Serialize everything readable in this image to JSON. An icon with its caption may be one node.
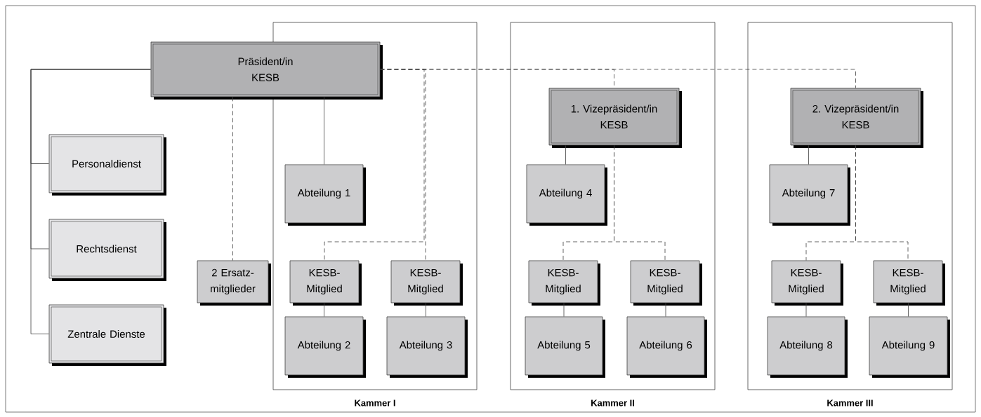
{
  "diagram": {
    "nodes": [
      {
        "text": [
          "Kammer I"
        ]
      },
      {
        "text": [
          "Kammer II"
        ]
      },
      {
        "text": [
          "Kammer III"
        ]
      },
      {
        "text": [
          "Präsident/in KESB"
        ]
      },
      {
        "text": [
          "Personaldienst"
        ]
      },
      {
        "text": [
          "Rechtsdienst"
        ]
      },
      {
        "text": [
          "Zentrale Dienste"
        ]
      },
      {
        "text": [
          "2 Ersatz-mitglieder"
        ]
      },
      {
        "text": [
          "Abteilung 1"
        ],
        "in": 0
      },
      {
        "text": [
          "KESB-Mitglied"
        ],
        "in": 0
      },
      {
        "text": [
          "KESB-Mitglied"
        ],
        "in": 0
      },
      {
        "text": [
          "Abteilung 2"
        ],
        "in": 0
      },
      {
        "text": [
          "Abteilung 3"
        ],
        "in": 0
      },
      {
        "text": [
          "1. Vizepräsident/in KESB"
        ],
        "in": 1
      },
      {
        "text": [
          "Abteilung 4"
        ],
        "in": 1
      },
      {
        "text": [
          "KESB-Mitglied"
        ],
        "in": 1
      },
      {
        "text": [
          "KESB-Mitglied"
        ],
        "in": 1
      },
      {
        "text": [
          "Abteilung 5"
        ],
        "in": 1
      },
      {
        "text": [
          "Abteilung 6"
        ],
        "in": 1
      },
      {
        "text": [
          "2. Vizepräsident/in KESB"
        ],
        "in": 2
      },
      {
        "text": [
          "Abteilung 7"
        ],
        "in": 2
      },
      {
        "text": [
          "KESB-Mitglied"
        ],
        "in": 2
      },
      {
        "text": [
          "KESB-Mitglied"
        ],
        "in": 2
      },
      {
        "text": [
          "Abteilung 8"
        ],
        "in": 2
      },
      {
        "text": [
          "Abteilung 9"
        ],
        "in": 2
      }
    ],
    "edges": [
      {
        "from": 3,
        "to": 4,
        "arrow": "none"
      },
      {
        "from": 3,
        "to": 5,
        "arrow": "none"
      },
      {
        "from": 3,
        "to": 6,
        "arrow": "none"
      },
      {
        "from": 3,
        "to": 7,
        "arrow": "none",
        "style": "dashed"
      },
      {
        "from": 3,
        "to": 8,
        "arrow": "none"
      },
      {
        "from": 3,
        "to": 9,
        "arrow": "none",
        "style": "dashed"
      },
      {
        "from": 3,
        "to": 10,
        "arrow": "none",
        "style": "dashed"
      },
      {
        "from": 3,
        "to": 13,
        "arrow": "none",
        "style": "dashed"
      },
      {
        "from": 3,
        "to": 19,
        "arrow": "none",
        "style": "dashed"
      },
      {
        "from": 9,
        "to": 11,
        "arrow": "none"
      },
      {
        "from": 10,
        "to": 12,
        "arrow": "none"
      },
      {
        "from": 13,
        "to": 14,
        "arrow": "none"
      },
      {
        "from": 13,
        "to": 15,
        "arrow": "none",
        "style": "dashed"
      },
      {
        "from": 13,
        "to": 16,
        "arrow": "none",
        "style": "dashed"
      },
      {
        "from": 15,
        "to": 17,
        "arrow": "none"
      },
      {
        "from": 16,
        "to": 18,
        "arrow": "none"
      },
      {
        "from": 19,
        "to": 20,
        "arrow": "none"
      },
      {
        "from": 19,
        "to": 21,
        "arrow": "none",
        "style": "dashed"
      },
      {
        "from": 19,
        "to": 22,
        "arrow": "none",
        "style": "dashed"
      },
      {
        "from": 21,
        "to": 23,
        "arrow": "none"
      },
      {
        "from": 22,
        "to": 24,
        "arrow": "none"
      }
    ]
  }
}
